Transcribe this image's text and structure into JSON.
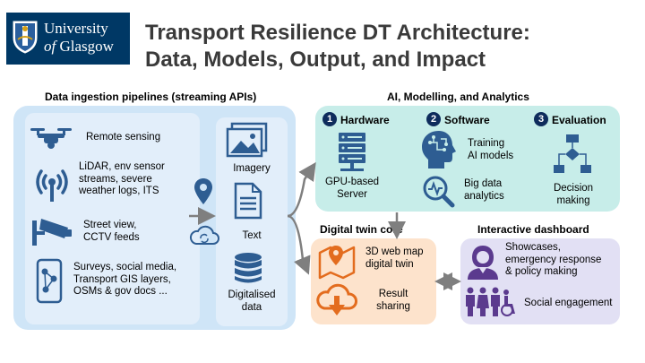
{
  "header": {
    "logo_line1": "University",
    "logo_line2_of": "of",
    "logo_line2_name": "Glasgow",
    "title": "Transport Resilience DT Architecture:\nData, Models, Output, and Impact"
  },
  "ingestion": {
    "heading": "Data ingestion pipelines (streaming APIs)",
    "sources": [
      {
        "icon": "drone-icon",
        "label": "Remote sensing"
      },
      {
        "icon": "antenna-icon",
        "label": "LiDAR, env sensor\nstreams, severe\nweather logs, ITS"
      },
      {
        "icon": "cctv-camera-icon",
        "label": "Street view,\nCCTV feeds"
      },
      {
        "icon": "smartphone-network-icon",
        "label": "Surveys, social media,\nTransport GIS layers,\nOSMs & gov docs ..."
      }
    ],
    "outputs": [
      {
        "icon": "imagery-icon",
        "label": "Imagery"
      },
      {
        "icon": "document-icon",
        "label": "Text"
      },
      {
        "icon": "database-icon",
        "label": "Digitalised\ndata"
      }
    ]
  },
  "ai": {
    "heading": "AI, Modelling, and Analytics",
    "steps": [
      {
        "num": "1",
        "title": "Hardware",
        "items": [
          "GPU-based\nServer"
        ]
      },
      {
        "num": "2",
        "title": "Software",
        "items": [
          "Training\nAI models",
          "Big data\nanalytics"
        ]
      },
      {
        "num": "3",
        "title": "Evaluation",
        "items": [
          "Decision\nmaking"
        ]
      }
    ]
  },
  "twin": {
    "heading": "Digital twin core",
    "items": [
      "3D web map\ndigital twin",
      "Result\nsharing"
    ]
  },
  "dashboard": {
    "heading": "Interactive dashboard",
    "items": [
      "Showcases,\nemergency response\n& policy making",
      "Social engagement"
    ]
  },
  "colors": {
    "navy": "#0e2c5c",
    "icon_blue": "#2e5d92",
    "ingest_bg": "#cfe5f7",
    "ai_bg": "#c7ede9",
    "twin_bg": "#fde3cc",
    "twin_icon": "#e36c1e",
    "dash_bg": "#e2e0f4",
    "dash_icon": "#5b3a8e",
    "arrow": "#7f7f7f"
  }
}
